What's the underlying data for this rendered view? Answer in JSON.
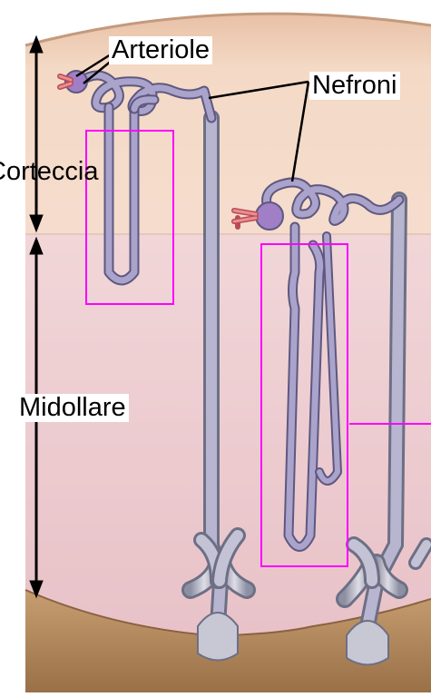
{
  "labels": {
    "arteriole": "Arteriole",
    "nefroni": "Nefroni",
    "corteccia": "Corteccia",
    "midollare": "Midollare"
  },
  "colors": {
    "cortex": "#f2d5c0",
    "medulla": "#efcfd3",
    "pelvis": "#b38a5e",
    "tubule": "#a9a2c9",
    "tubule_outline": "#5e5880",
    "duct": "#c9c8d2",
    "arteriole": "#e07c7e",
    "glomerulus": "#a07fc6",
    "highlight_box": "#ff00ff",
    "arrow": "#000000"
  }
}
